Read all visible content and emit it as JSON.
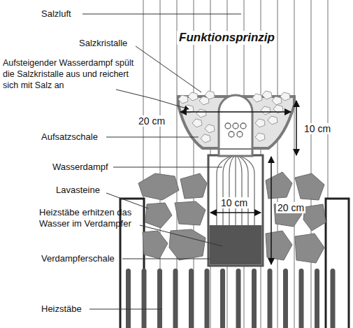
{
  "diagram": {
    "title": "Funktionsprinzip",
    "labels": [
      "Salzluft",
      "Salzkristalle",
      "Aufsteigender Wasserdampf spült die Salzkristalle aus und reichert sich mit Salz an",
      "20 cm",
      "10 cm",
      "Aufsatzschale",
      "Wasserdampf",
      "10 cm",
      "Lavasteine",
      "20 cm",
      "Heizstäbe erhitzen das Wasser im Verdampfer",
      "Verdampferschale",
      "Heizstäbe"
    ]
  }
}
